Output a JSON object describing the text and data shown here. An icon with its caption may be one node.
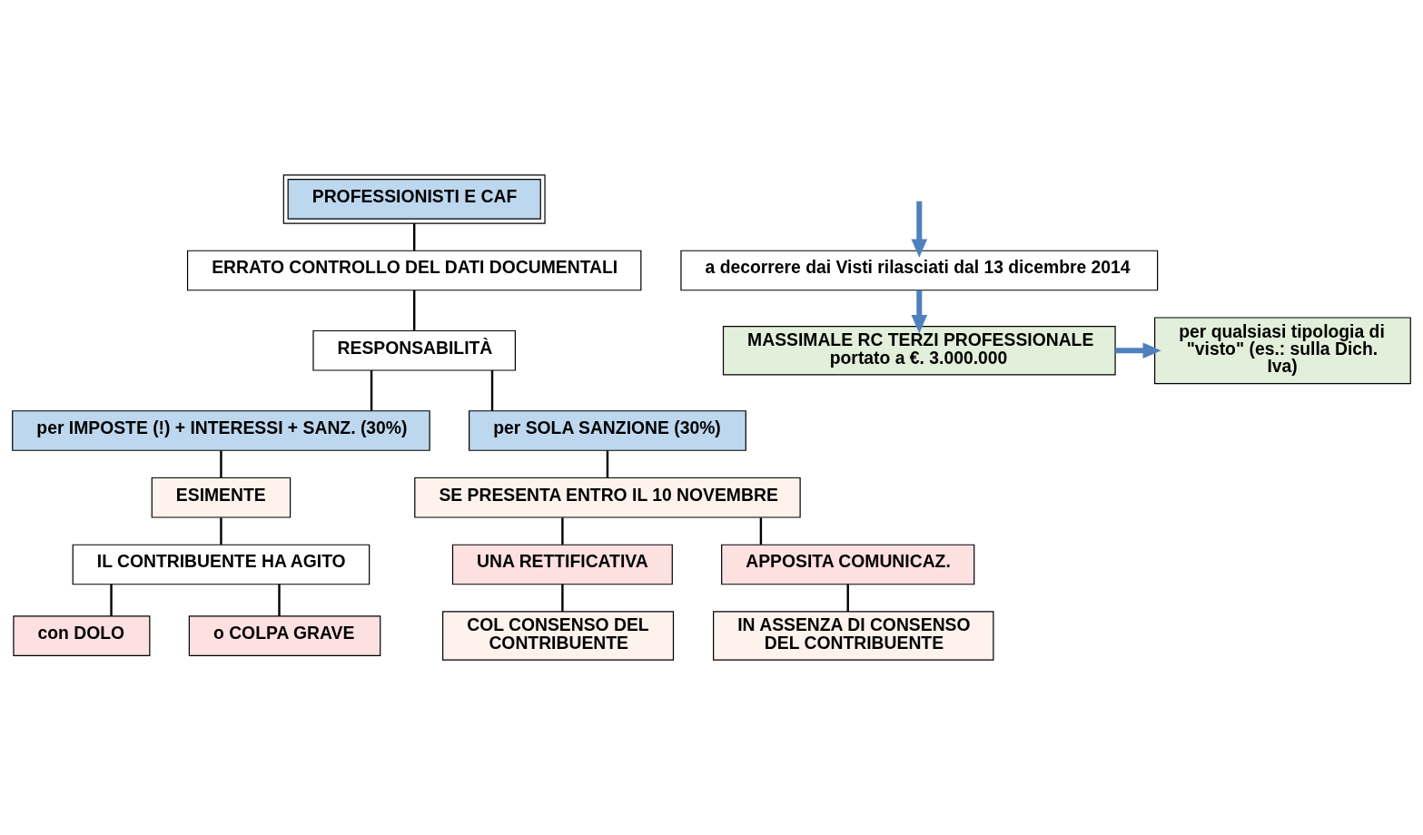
{
  "diagram": {
    "nodes": [
      {
        "text": [
          "PROFESSIONISTI E CAF"
        ]
      },
      {
        "text": [
          "ERRATO CONTROLLO DEL DATI DOCUMENTALI"
        ]
      },
      {
        "text": [
          "RESPONSABILITÀ"
        ]
      },
      {
        "text": [
          "per IMPOSTE (!) + INTERESSI + SANZ. (30%)"
        ]
      },
      {
        "text": [
          "per SOLA SANZIONE (30%)"
        ]
      },
      {
        "text": [
          "ESIMENTE"
        ]
      },
      {
        "text": [
          "SE PRESENTA ENTRO IL 10 NOVEMBRE"
        ]
      },
      {
        "text": [
          "IL CONTRIBUENTE HA AGITO"
        ]
      },
      {
        "text": [
          "con DOLO"
        ]
      },
      {
        "text": [
          "o COLPA GRAVE"
        ]
      },
      {
        "text": [
          "UNA RETTIFICATIVA"
        ]
      },
      {
        "text": [
          "APPOSITA COMUNICAZ."
        ]
      },
      {
        "text": [
          "COL CONSENSO DEL CONTRIBUENTE"
        ]
      },
      {
        "text": [
          "IN ASSENZA DI CONSENSO DEL CONTRIBUENTE"
        ]
      },
      {
        "text": [
          "a decorrere dai Visti rilasciati dal 13 dicembre 2014"
        ]
      },
      {
        "text": [
          "MASSIMALE RC TERZI PROFESSIONALE portato a €. 3.000.000"
        ]
      },
      {
        "text": [
          "per qualsiasi tipologia di \"visto\" (es.: sulla Dich. Iva)"
        ]
      }
    ],
    "edges": [
      {
        "from": 0,
        "to": 1,
        "arrow": "none"
      },
      {
        "from": 1,
        "to": 2,
        "arrow": "none"
      },
      {
        "from": 2,
        "to": 3,
        "arrow": "none"
      },
      {
        "from": 2,
        "to": 4,
        "arrow": "none"
      },
      {
        "from": 3,
        "to": 5,
        "arrow": "none"
      },
      {
        "from": 4,
        "to": 6,
        "arrow": "none"
      },
      {
        "from": 5,
        "to": 7,
        "arrow": "none"
      },
      {
        "from": 7,
        "to": 8,
        "arrow": "none"
      },
      {
        "from": 7,
        "to": 9,
        "arrow": "none"
      },
      {
        "from": 6,
        "to": 10,
        "arrow": "none"
      },
      {
        "from": 6,
        "to": 11,
        "arrow": "none"
      },
      {
        "from": 10,
        "to": 12,
        "arrow": "none"
      },
      {
        "from": 11,
        "to": 13,
        "arrow": "none"
      },
      {
        "from": null,
        "to": 14,
        "arrow": "to",
        "style": "thick",
        "color": "#4f81bd"
      },
      {
        "from": 14,
        "to": 15,
        "arrow": "to",
        "style": "thick",
        "color": "#4f81bd"
      },
      {
        "from": 15,
        "to": 16,
        "arrow": "to",
        "style": "thick",
        "color": "#4f81bd"
      }
    ]
  }
}
